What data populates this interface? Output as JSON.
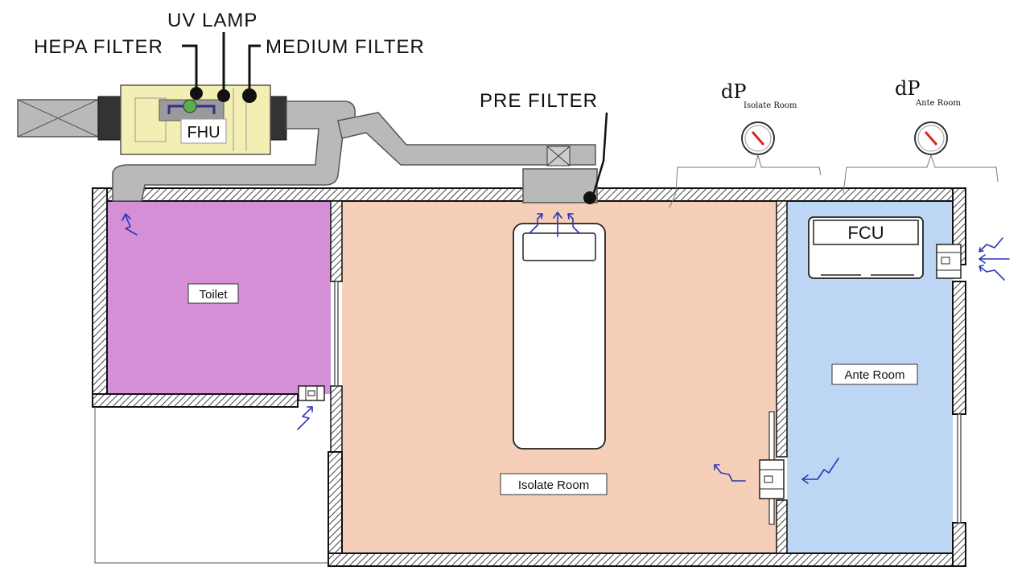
{
  "labels": {
    "hepa_filter": "HEPA FILTER",
    "uv_lamp": "UV LAMP",
    "medium_filter": "MEDIUM FILTER",
    "pre_filter": "PRE FILTER",
    "fhu": "FHU",
    "fcu": "FCU"
  },
  "gauges": {
    "isolate": {
      "main": "dP",
      "sub": "Isolate Room"
    },
    "ante": {
      "main": "dP",
      "sub": "Ante Room"
    }
  },
  "rooms": {
    "toilet": "Toilet",
    "isolate": "Isolate Room",
    "ante": "Ante Room"
  },
  "colors": {
    "toilet": "#d48fd6",
    "isolate": "#f5cfb7",
    "ante": "#bcd6f3",
    "fhu_body": "#f3eeb4",
    "duct": "#b9b9b9",
    "airflow_arrow": "#2a37b8",
    "gauge_needle": "#d9281f"
  }
}
